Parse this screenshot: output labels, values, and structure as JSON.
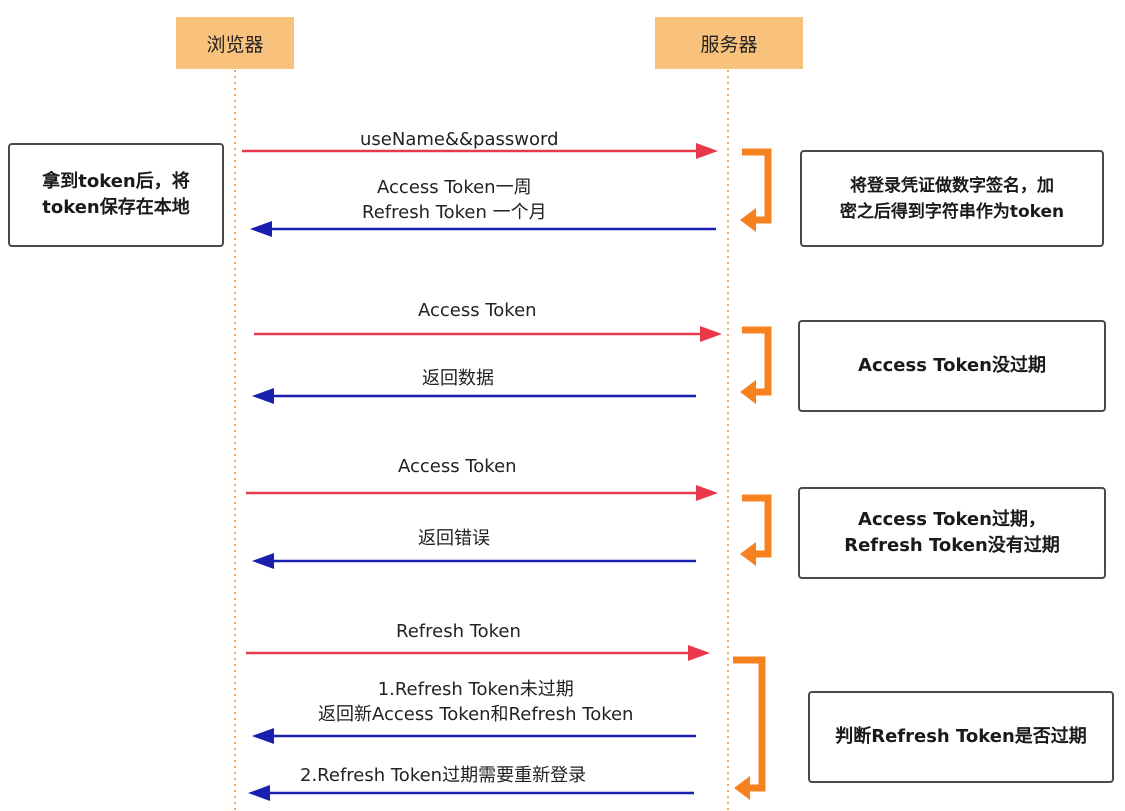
{
  "actors": {
    "browser": "浏览器",
    "server": "服务器"
  },
  "notes": {
    "browser_store": [
      "拿到token后，将",
      "token保存在本地"
    ],
    "server_sign": [
      "将登录凭证做数字签名，加",
      "密之后得到字符串作为token"
    ],
    "access_valid": "Access Token没过期",
    "access_expired": [
      "Access Token过期，",
      "Refresh Token没有过期"
    ],
    "check_refresh": "判断Refresh Token是否过期"
  },
  "messages": {
    "login": "useName&&password",
    "issue_tokens": [
      "Access Token一周",
      "Refresh Token 一个月"
    ],
    "req_access_1": "Access Token",
    "return_data": "返回数据",
    "req_access_2": "Access Token",
    "return_error": "返回错误",
    "req_refresh": "Refresh Token",
    "refresh_ok": [
      "1.Refresh Token未过期",
      "返回新Access Token和Refresh Token"
    ],
    "refresh_expired": "2.Refresh Token过期需要重新登录"
  },
  "colors": {
    "request_arrow": "#e8384a",
    "response_arrow": "#1a1fb0",
    "process_arrow": "#f5821f",
    "actor_fill": "#f9c27c",
    "lifeline": "#f0a860"
  }
}
